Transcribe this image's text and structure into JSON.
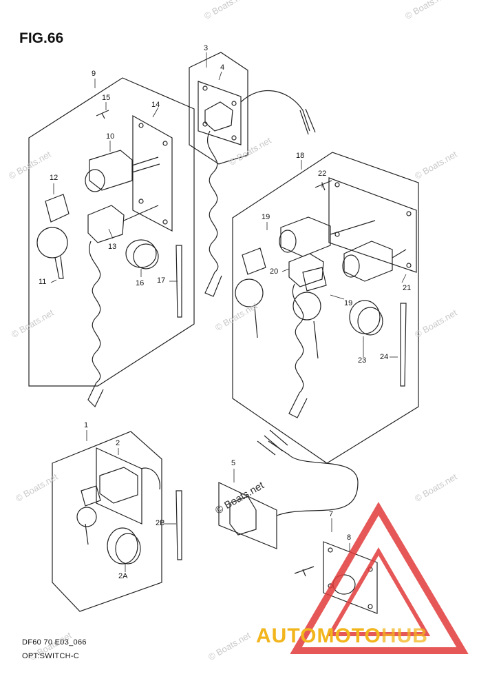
{
  "figure": {
    "title": "FIG.66"
  },
  "footer": {
    "line1": "DF60 70 E03_066",
    "line2": "OPT:SWITCH-C"
  },
  "watermark": {
    "text": "© Boats.net"
  },
  "brand": {
    "part1": "AUTOMOTO",
    "part2": "HUB",
    "color": "#f2b51c",
    "logo_color": "#e23b3b"
  },
  "callouts": [
    "1",
    "2",
    "2A",
    "2B",
    "3",
    "4",
    "5",
    "7",
    "8",
    "9",
    "10",
    "11",
    "12",
    "13",
    "14",
    "15",
    "16",
    "17",
    "18",
    "19",
    "19",
    "20",
    "21",
    "22",
    "23",
    "24"
  ]
}
